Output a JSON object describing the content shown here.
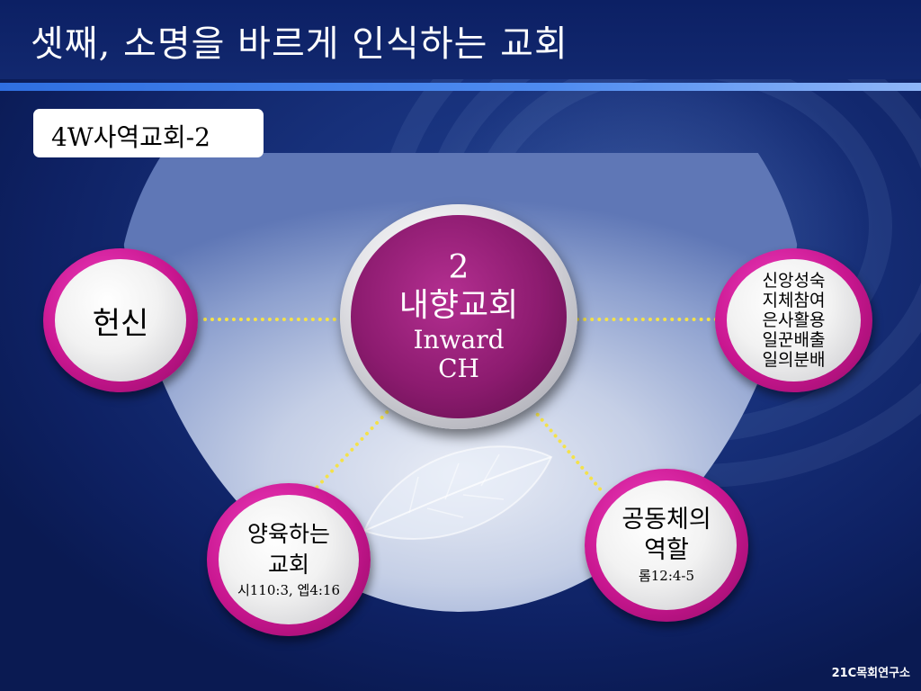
{
  "slide": {
    "title": "셋째, 소명을 바르게 인식하는 교회",
    "subtitle": "4W사역교회-2",
    "footer": "21C목회연구소"
  },
  "center": {
    "number": "2",
    "name": "내향교회",
    "english_line1": "Inward",
    "english_line2": "CH"
  },
  "nodes": {
    "left": {
      "label": "헌신"
    },
    "right": {
      "lines": [
        "신앙성숙",
        "지체참여",
        "은사활용",
        "일꾼배출",
        "일의분배"
      ]
    },
    "bottom_left": {
      "line1": "양육하는",
      "line2": "교회",
      "ref": "시110:3, 엡4:16"
    },
    "bottom_right": {
      "line1": "공동체의",
      "line2": "역할",
      "ref": "롬12:4-5"
    }
  },
  "colors": {
    "background": "#17307a",
    "accent_line": "#4f8cf0",
    "node_ring": "#c8168f",
    "center_core": "#8c1b6f",
    "connector": "#f4e24a"
  }
}
